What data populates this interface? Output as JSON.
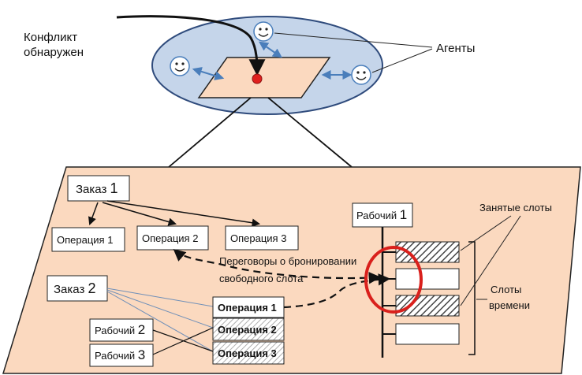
{
  "colors": {
    "ellipse_fill": "#c5d5ea",
    "ellipse_stroke": "#2f4b7c",
    "plane_fill": "#fbd9bf",
    "agent_fill": "#ffffff",
    "arrow_blue": "#4a7ebb",
    "conflict_dot": "#e0201e",
    "highlight_circle": "#d9201c",
    "hatch": "#555555",
    "line_light": "#9db3cc"
  },
  "icons": {
    "agent": "smiley-face-icon"
  },
  "top": {
    "conflict_label_line1": "Конфликт",
    "conflict_label_line2": "обнаружен",
    "agents_label": "Агенты"
  },
  "order1": {
    "label": "Заказ",
    "num": "1",
    "operations": [
      {
        "label": "Операция",
        "num": "1"
      },
      {
        "label": "Операция",
        "num": "2"
      },
      {
        "label": "Операция",
        "num": "3"
      }
    ]
  },
  "order2": {
    "label": "Заказ",
    "num": "2",
    "operations": [
      {
        "label": "Операция 1"
      },
      {
        "label": "Операция 2"
      },
      {
        "label": "Операция 3"
      }
    ],
    "workers": [
      {
        "label": "Рабочий",
        "num": "2"
      },
      {
        "label": "Рабочий",
        "num": "3"
      }
    ]
  },
  "worker1": {
    "label": "Рабочий",
    "num": "1"
  },
  "negotiation": {
    "line1": "Переговоры о бронировании",
    "line2": "свободного слота"
  },
  "legend": {
    "occupied_slots": "Занятые слоты",
    "time_slots_line1": "Слоты",
    "time_slots_line2": "времени"
  }
}
